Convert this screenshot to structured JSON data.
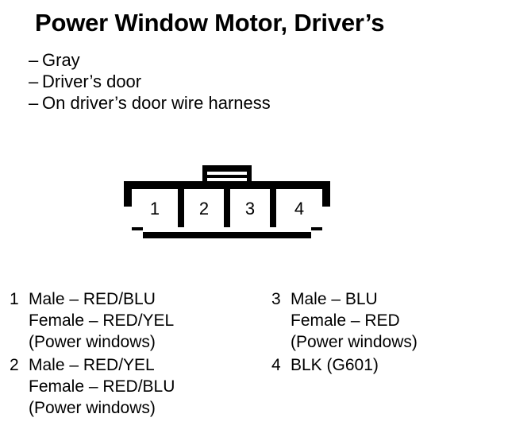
{
  "header": {
    "title": "Power Window Motor, Driver’s",
    "bullet_dash": "–",
    "descriptions": [
      "Gray",
      "Driver’s door",
      "On driver’s door wire harness"
    ]
  },
  "connector": {
    "name": "4-cavity connector",
    "cavity_count": 4,
    "cavity_labels": [
      "1",
      "2",
      "3",
      "4"
    ],
    "has_locking_tab": true,
    "outline_color": "#000000",
    "fill_color": "#ffffff"
  },
  "pin_legend": {
    "left_column": [
      {
        "number": "1",
        "lines": [
          "Male – RED/BLU",
          "Female – RED/YEL",
          "(Power windows)"
        ]
      },
      {
        "number": "2",
        "lines": [
          "Male – RED/YEL",
          "Female – RED/BLU",
          "(Power windows)"
        ]
      }
    ],
    "right_column": [
      {
        "number": "3",
        "lines": [
          "Male – BLU",
          "Female – RED",
          "(Power windows)"
        ]
      },
      {
        "number": "4",
        "lines": [
          "BLK (G601)"
        ]
      }
    ]
  }
}
